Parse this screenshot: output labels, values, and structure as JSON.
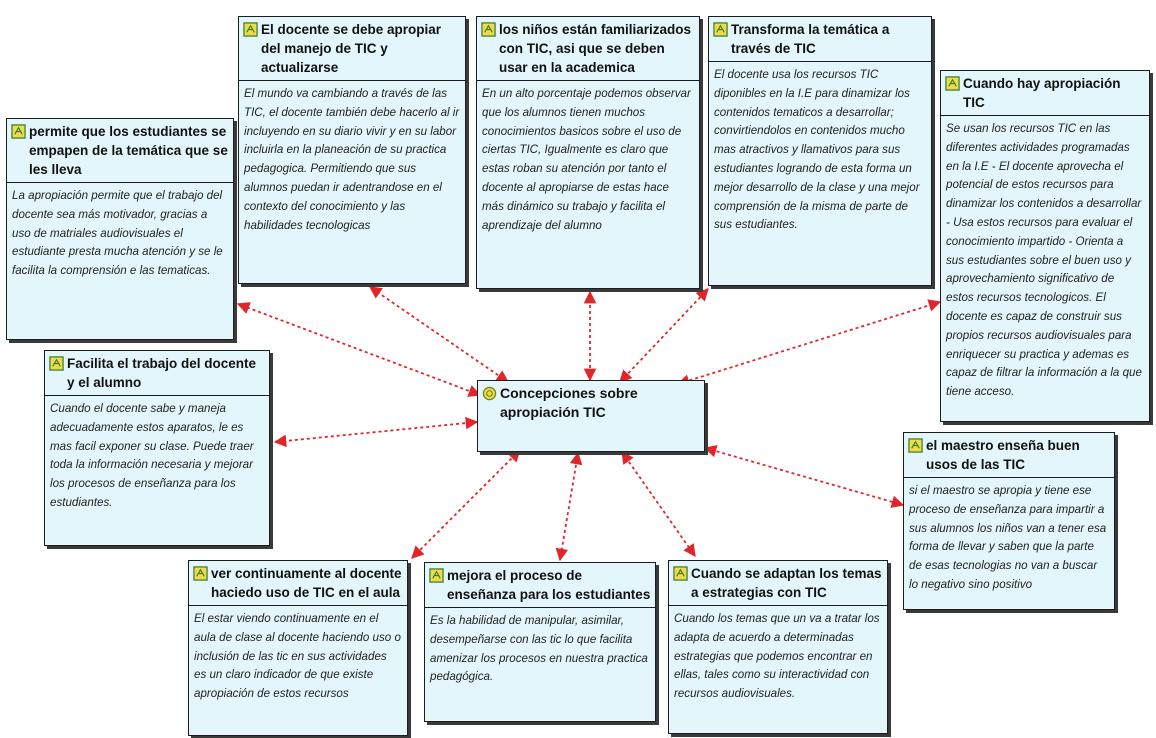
{
  "central": {
    "title": "Concepciones sobre apropiación TIC",
    "icon": "hub-icon"
  },
  "nodes": [
    {
      "id": "docente-apropiar",
      "title": "El  docente se debe apropiar del manejo de TIC y actualizarse",
      "body": "El mundo va cambiando a través de las TIC, el docente también debe hacerlo al ir incluyendo en su diario vivir y en su labor incluirla en la planeación de su practica pedagogica. Permitiendo que sus alumnos puedan ir adentrandose en el contexto del conocimiento y las habilidades tecnologicas"
    },
    {
      "id": "ninos-familiarizados",
      "title": "los niños están familiarizados con TIC, asi que se deben usar en la academica",
      "body": "En un alto porcentaje podemos observar que los alumnos tienen muchos conocimientos basicos sobre el uso de ciertas TIC, Igualmente es claro que estas roban su atención por tanto el docente al apropiarse de estas hace más dinámico su trabajo y facilita el aprendizaje del alumno"
    },
    {
      "id": "transforma-tematica",
      "title": "Transforma la temática a través de TIC",
      "body": "El docente usa los recursos TIC diponibles en la I.E para dinamizar los contenidos tematicos a desarrollar; convirtiendolos en contenidos mucho mas atractivos y llamativos para sus estudiantes logrando de esta forma un mejor desarrollo de la clase y una mejor comprensión de la misma de parte de sus estudiantes."
    },
    {
      "id": "cuando-apropiacion",
      "title": "Cuando hay apropiación TIC",
      "body": "Se usan los recursos TIC en las diferentes actividades programadas en la I.E - El docente aprovecha el potencial de estos recursos para dinamizar los contenidos a desarrollar - Usa estos recursos para evaluar el conocimiento impartido - Orienta a sus estudiantes sobre el buen uso y aprovechamiento significativo de estos recursos tecnologicos. El docente es capaz de construir sus propios recursos audiovisuales para enriquecer su practica y ademas es capaz de filtrar la información a la que tiene acceso."
    },
    {
      "id": "empapen-tematica",
      "title": "permite que los estudiantes se empapen de la temática que se les lleva",
      "body": "La apropiación permite que el trabajo del docente sea más motivador, gracias a uso de matriales audiovisuales el estudiante presta mucha atención y se le facilita la comprensión e las tematicas."
    },
    {
      "id": "facilita-trabajo",
      "title": "Facilita el trabajo del docente y el alumno",
      "body": "Cuando el docente sabe y maneja adecuadamente estos aparatos, le es mas facil exponer su clase. Puede traer toda la información necesaria y mejorar los procesos de enseñanza para los estudiantes."
    },
    {
      "id": "maestro-ensena",
      "title": "el maestro enseña buen usos de las TIC",
      "body": "si el maestro se apropia y tiene ese proceso de enseñanza para impartir a sus alumnos los niños van a tener esa forma de llevar y saben que la parte de esas tecnologias no van a buscar lo negativo sino positivo"
    },
    {
      "id": "ver-continuamente",
      "title": "ver continuamente al docente haciedo uso de TIC en el aula",
      "body": "El estar viendo continuamente en el aula de clase al docente haciendo uso o inclusión de las tic en sus actividades es un claro indicador de que existe apropiación de estos recursos"
    },
    {
      "id": "mejora-proceso",
      "title": "mejora el proceso de enseñanza para los estudiantes",
      "body": "Es la habilidad de manipular, asimilar, desempeñarse con las tic lo que facilita amenizar los procesos en nuestra practica pedagógica."
    },
    {
      "id": "adaptan-temas",
      "title": "Cuando se adaptan los temas a estrategias con TIC",
      "body": "Cuando los temas que un va a tratar los adapta de acuerdo a determinadas estrategias que podemos encontrar en ellas, tales como su interactividad con recursos audiovisuales."
    }
  ],
  "colors": {
    "node_fill": "#e3f6fb",
    "node_border": "#1d1d1d",
    "arrow": "#e0262b",
    "icon_fill": "#f2d94a",
    "icon_stroke": "#2f7d2e"
  }
}
